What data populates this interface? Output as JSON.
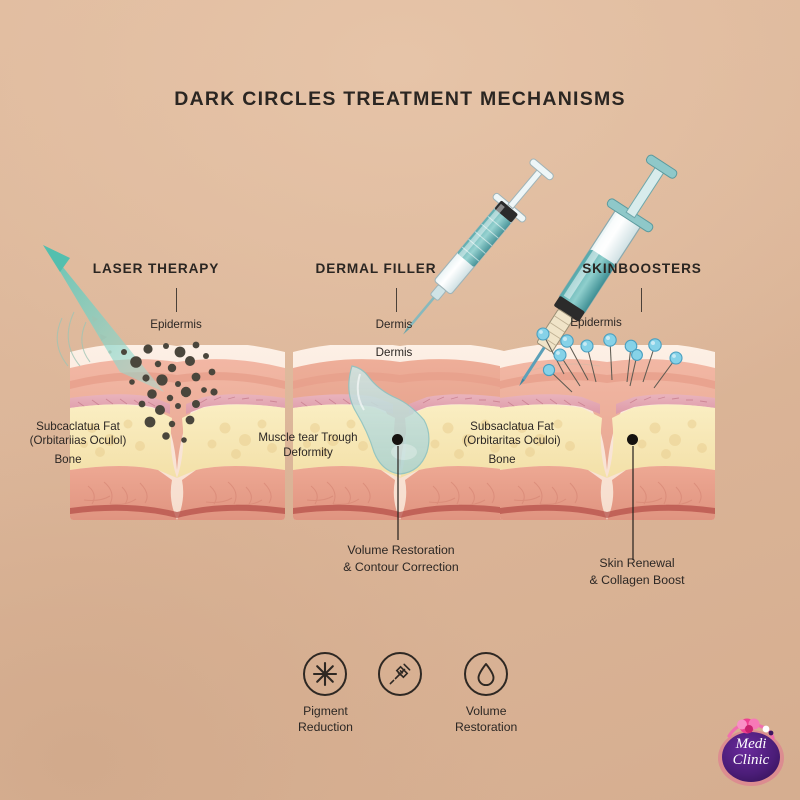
{
  "page": {
    "title": "DARK CIRCLES TREATMENT MECHANISMS",
    "background_color": "#dcb699"
  },
  "panels": [
    {
      "id": "laser-therapy",
      "heading": "LASER THERAPY",
      "annotations": [
        {
          "name": "epidermis",
          "text": "Epidermis"
        },
        {
          "name": "subcutaneous-fat",
          "text": "Subcaclatua Fat"
        },
        {
          "name": "orbital-fat",
          "text": "(Orbitariias Oculol)"
        },
        {
          "name": "bone",
          "text": "Bone"
        }
      ],
      "instrument": "laser-beam",
      "accent_color": "#7fcfc4"
    },
    {
      "id": "dermal-filler",
      "heading": "DERMAL FILLER",
      "annotations": [
        {
          "name": "dermis-upper",
          "text": "Dermis"
        },
        {
          "name": "dermis-lower",
          "text": "Dermis"
        },
        {
          "name": "muscle-tear",
          "text": "Muscle tear Trough"
        },
        {
          "name": "deformity",
          "text": "Deformity"
        }
      ],
      "instrument": "syringe",
      "accent_color": "#9fd4cc",
      "callout": "Volume Restoration\n& Contour Correction",
      "callout_line1": "Volume Restoration",
      "callout_line2": "& Contour Correction"
    },
    {
      "id": "skinboosters",
      "heading": "SKINBOOSTERS",
      "annotations": [
        {
          "name": "epidermis",
          "text": "Epidermis"
        },
        {
          "name": "subcutaneous-fat",
          "text": "Subsaclatua Fat"
        },
        {
          "name": "orbital-fat",
          "text": "(Orbitaritas Oculoi)"
        },
        {
          "name": "bone",
          "text": "Bone"
        }
      ],
      "instrument": "syringe-microinjections",
      "accent_color": "#4fa3ac",
      "callout_line1": "Skin Renewal",
      "callout_line2": "& Collagen Boost"
    }
  ],
  "legend": [
    {
      "icon": "starburst-icon",
      "line1": "Pigment",
      "line2": "Reduction"
    },
    {
      "icon": "syringe-icon",
      "line1": "",
      "line2": ""
    },
    {
      "icon": "droplet-icon",
      "line1": "Volume",
      "line2": "Restoration"
    }
  ],
  "logo": {
    "line1": "Medi",
    "line2": "Clinic",
    "circle_color": "#4b1d78",
    "accent_color": "#e8408f"
  }
}
